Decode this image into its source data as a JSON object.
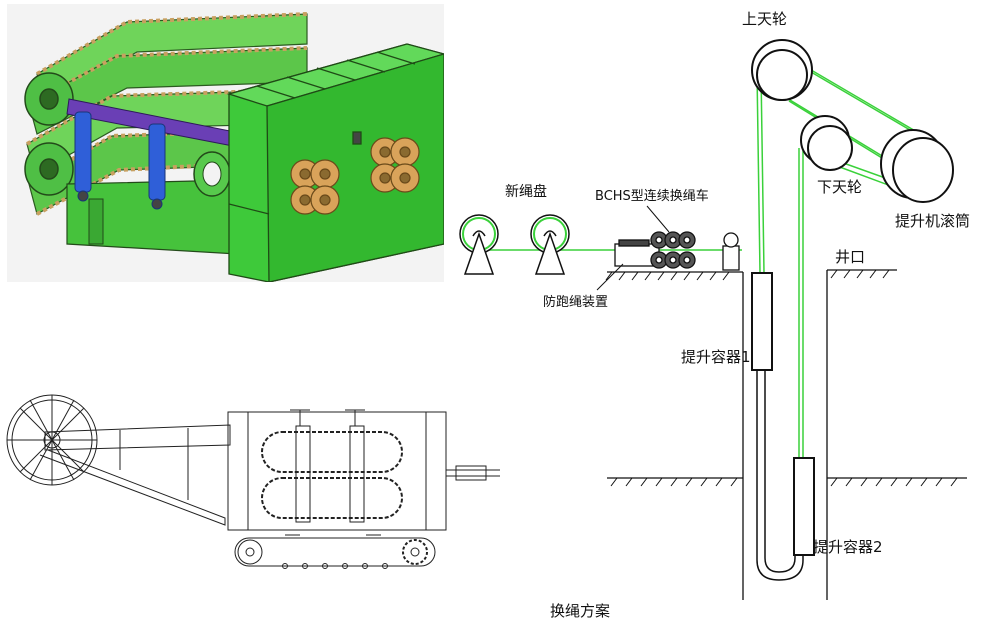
{
  "caption": "换绳方案",
  "labels": {
    "upper_sheave": "上天轮",
    "lower_sheave": "下天轮",
    "hoist_drum": "提升机滚筒",
    "shaft_mouth": "井口",
    "new_rope_reel": "新绳盘",
    "rope_changer": "BCHS型连续换绳车",
    "anti_run_device": "防跑绳装置",
    "container_1": "提升容器1",
    "container_2": "提升容器2"
  },
  "colors": {
    "rope": "#3ad13a",
    "machine_green": "#3ec93a",
    "machine_purple": "#6a3fb5",
    "cylinder_blue": "#2f5fd8",
    "roller_orange": "#d9a35a"
  }
}
